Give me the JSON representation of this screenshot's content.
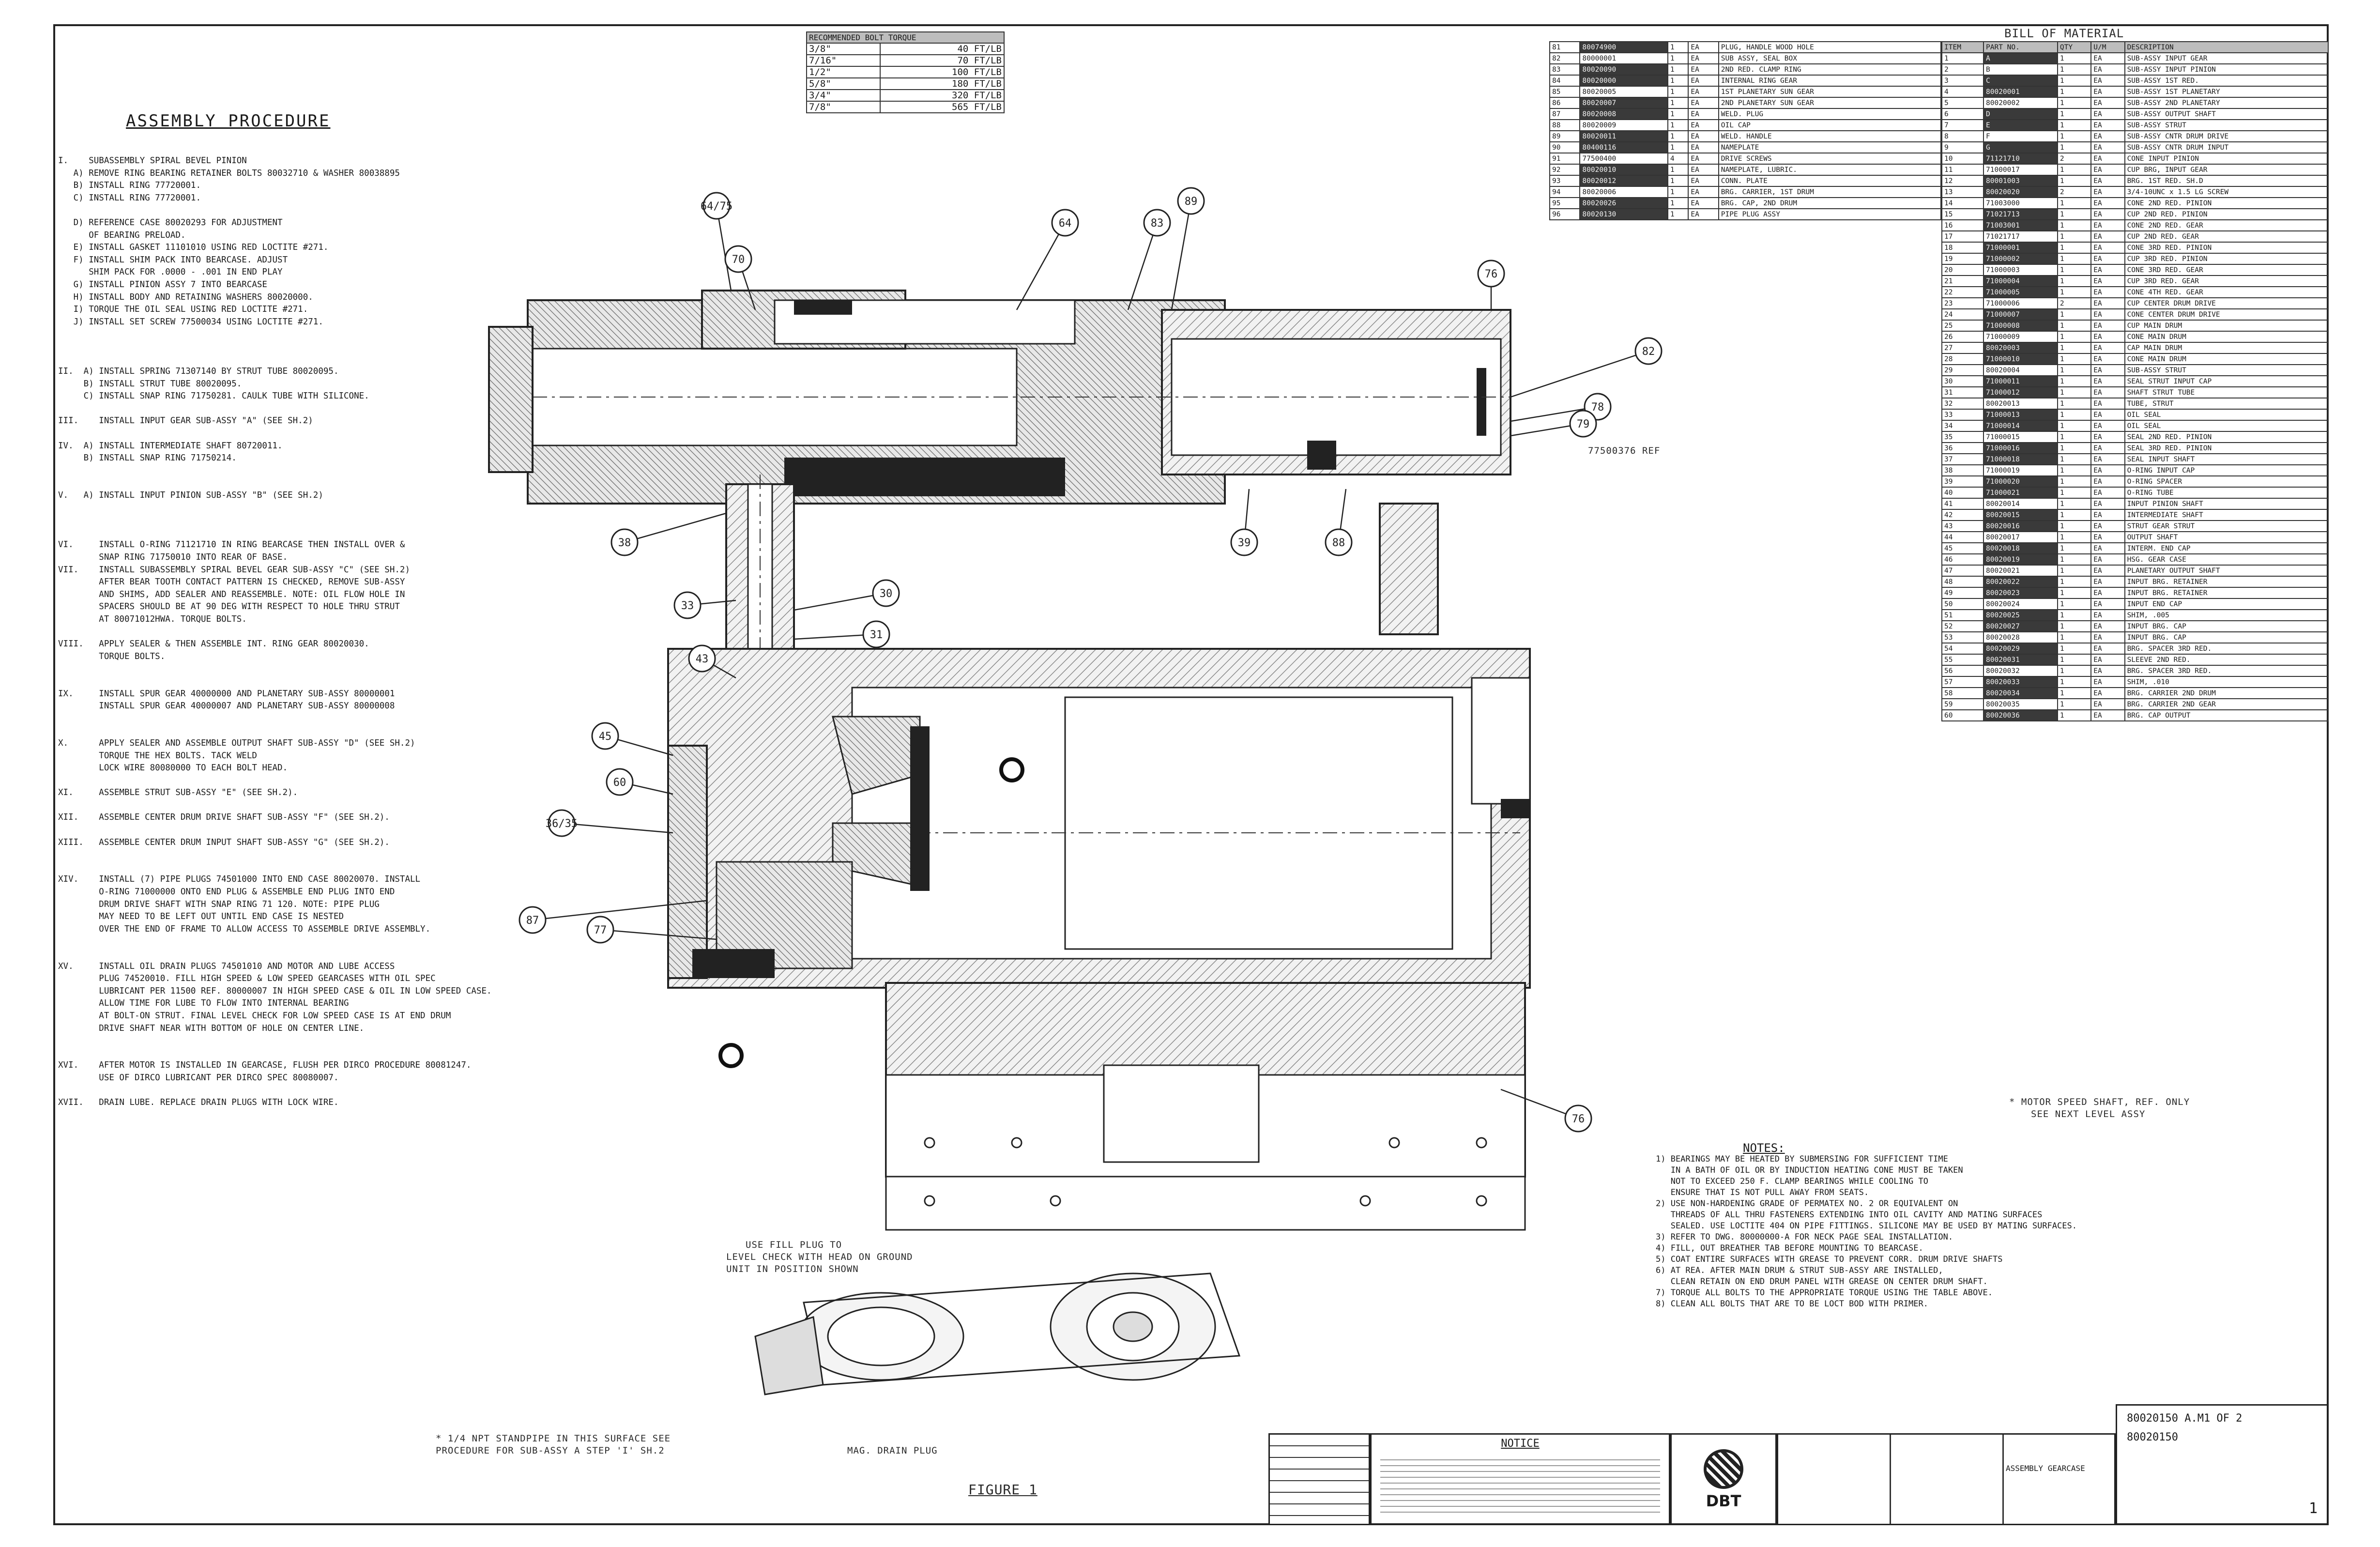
{
  "procedure": {
    "title": "ASSEMBLY PROCEDURE",
    "lines": [
      "I.    SUBASSEMBLY SPIRAL BEVEL PINION",
      "   A) REMOVE RING BEARING RETAINER BOLTS 80032710 & WASHER 80038895",
      "   B) INSTALL RING 77720001.",
      "   C) INSTALL RING 77720001.",
      "",
      "   D) REFERENCE CASE 80020293 FOR ADJUSTMENT",
      "      OF BEARING PRELOAD.",
      "   E) INSTALL GASKET 11101010 USING RED LOCTITE #271.",
      "   F) INSTALL SHIM PACK INTO BEARCASE. ADJUST",
      "      SHIM PACK FOR .0000 - .001 IN END PLAY",
      "   G) INSTALL PINION ASSY 7 INTO BEARCASE",
      "   H) INSTALL BODY AND RETAINING WASHERS 80020000.",
      "   I) TORQUE THE OIL SEAL USING RED LOCTITE #271.",
      "   J) INSTALL SET SCREW 77500034 USING LOCTITE #271.",
      "",
      "",
      "",
      "II.  A) INSTALL SPRING 71307140 BY STRUT TUBE 80020095.",
      "     B) INSTALL STRUT TUBE 80020095.",
      "     C) INSTALL SNAP RING 71750281. CAULK TUBE WITH SILICONE.",
      "",
      "III.    INSTALL INPUT GEAR SUB-ASSY \"A\" (SEE SH.2)",
      "",
      "IV.  A) INSTALL INTERMEDIATE SHAFT 80720011.",
      "     B) INSTALL SNAP RING 71750214.",
      "",
      "",
      "V.   A) INSTALL INPUT PINION SUB-ASSY \"B\" (SEE SH.2)",
      "",
      "",
      "",
      "VI.     INSTALL O-RING 71121710 IN RING BEARCASE THEN INSTALL OVER &",
      "        SNAP RING 71750010 INTO REAR OF BASE.",
      "VII.    INSTALL SUBASSEMBLY SPIRAL BEVEL GEAR SUB-ASSY \"C\" (SEE SH.2)",
      "        AFTER BEAR TOOTH CONTACT PATTERN IS CHECKED, REMOVE SUB-ASSY",
      "        AND SHIMS, ADD SEALER AND REASSEMBLE. NOTE: OIL FLOW HOLE IN",
      "        SPACERS SHOULD BE AT 90 DEG WITH RESPECT TO HOLE THRU STRUT",
      "        AT 80071012HWA. TORQUE BOLTS.",
      "",
      "VIII.   APPLY SEALER & THEN ASSEMBLE INT. RING GEAR 80020030.",
      "        TORQUE BOLTS.",
      "",
      "",
      "IX.     INSTALL SPUR GEAR 40000000 AND PLANETARY SUB-ASSY 80000001",
      "        INSTALL SPUR GEAR 40000007 AND PLANETARY SUB-ASSY 80000008",
      "",
      "",
      "X.      APPLY SEALER AND ASSEMBLE OUTPUT SHAFT SUB-ASSY \"D\" (SEE SH.2)",
      "        TORQUE THE HEX BOLTS. TACK WELD",
      "        LOCK WIRE 80080000 TO EACH BOLT HEAD.",
      "",
      "XI.     ASSEMBLE STRUT SUB-ASSY \"E\" (SEE SH.2).",
      "",
      "XII.    ASSEMBLE CENTER DRUM DRIVE SHAFT SUB-ASSY \"F\" (SEE SH.2).",
      "",
      "XIII.   ASSEMBLE CENTER DRUM INPUT SHAFT SUB-ASSY \"G\" (SEE SH.2).",
      "",
      "",
      "XIV.    INSTALL (7) PIPE PLUGS 74501000 INTO END CASE 80020070. INSTALL",
      "        O-RING 71000000 ONTO END PLUG & ASSEMBLE END PLUG INTO END",
      "        DRUM DRIVE SHAFT WITH SNAP RING 71 120. NOTE: PIPE PLUG",
      "        MAY NEED TO BE LEFT OUT UNTIL END CASE IS NESTED",
      "        OVER THE END OF FRAME TO ALLOW ACCESS TO ASSEMBLE DRIVE ASSEMBLY.",
      "",
      "",
      "XV.     INSTALL OIL DRAIN PLUGS 74501010 AND MOTOR AND LUBE ACCESS",
      "        PLUG 74520010. FILL HIGH SPEED & LOW SPEED GEARCASES WITH OIL SPEC",
      "        LUBRICANT PER 11500 REF. 80000007 IN HIGH SPEED CASE & OIL IN LOW SPEED CASE.",
      "        ALLOW TIME FOR LUBE TO FLOW INTO INTERNAL BEARING",
      "        AT BOLT-ON STRUT. FINAL LEVEL CHECK FOR LOW SPEED CASE IS AT END DRUM",
      "        DRIVE SHAFT NEAR WITH BOTTOM OF HOLE ON CENTER LINE.",
      "",
      "",
      "XVI.    AFTER MOTOR IS INSTALLED IN GEARCASE, FLUSH PER DIRCO PROCEDURE 80081247.",
      "        USE OF DIRCO LUBRICANT PER DIRCO SPEC 80080007.",
      "",
      "XVII.   DRAIN LUBE. REPLACE DRAIN PLUGS WITH LOCK WIRE."
    ]
  },
  "torque_table": {
    "header": "RECOMMENDED BOLT TORQUE",
    "rows": [
      [
        "3/8\"",
        "40 FT/LB"
      ],
      [
        "7/16\"",
        "70 FT/LB"
      ],
      [
        "1/2\"",
        "100 FT/LB"
      ],
      [
        "5/8\"",
        "180 FT/LB"
      ],
      [
        "3/4\"",
        "320 FT/LB"
      ],
      [
        "7/8\"",
        "565 FT/LB"
      ]
    ]
  },
  "bom_top": {
    "rows": [
      [
        "81",
        "80074900",
        "1",
        "EA",
        "PLUG, HANDLE WOOD HOLE"
      ],
      [
        "82",
        "80000001",
        "1",
        "EA",
        "SUB ASSY, SEAL BOX"
      ],
      [
        "83",
        "80020090",
        "1",
        "EA",
        "2ND RED. CLAMP RING"
      ],
      [
        "84",
        "80020000",
        "1",
        "EA",
        "INTERNAL RING GEAR"
      ],
      [
        "85",
        "80020005",
        "1",
        "EA",
        "1ST PLANETARY SUN GEAR"
      ],
      [
        "86",
        "80020007",
        "1",
        "EA",
        "2ND PLANETARY SUN GEAR"
      ],
      [
        "87",
        "80020008",
        "1",
        "EA",
        "WELD. PLUG"
      ],
      [
        "88",
        "80020009",
        "1",
        "EA",
        "OIL CAP"
      ],
      [
        "89",
        "80020011",
        "1",
        "EA",
        "WELD. HANDLE"
      ],
      [
        "90",
        "80400116",
        "1",
        "EA",
        "NAMEPLATE"
      ],
      [
        "91",
        "77500400",
        "4",
        "EA",
        "DRIVE SCREWS"
      ],
      [
        "92",
        "80020010",
        "1",
        "EA",
        "NAMEPLATE, LUBRIC."
      ],
      [
        "93",
        "80020012",
        "1",
        "EA",
        "CONN. PLATE"
      ],
      [
        "94",
        "80020006",
        "1",
        "EA",
        "BRG. CARRIER, 1ST DRUM"
      ],
      [
        "95",
        "80020026",
        "1",
        "EA",
        "BRG. CAP, 2ND DRUM"
      ],
      [
        "96",
        "80020130",
        "1",
        "EA",
        "PIPE PLUG ASSY"
      ]
    ]
  },
  "bom": {
    "title": "BILL OF MATERIAL",
    "headers": [
      "ITEM",
      "PART NO.",
      "QTY",
      "U/M",
      "DESCRIPTION"
    ],
    "rows": [
      [
        "1",
        "A",
        "1",
        "EA",
        "SUB-ASSY INPUT GEAR"
      ],
      [
        "2",
        "B",
        "1",
        "EA",
        "SUB-ASSY INPUT PINION"
      ],
      [
        "3",
        "C",
        "1",
        "EA",
        "SUB-ASSY 1ST RED."
      ],
      [
        "4",
        "80020001",
        "1",
        "EA",
        "SUB-ASSY 1ST PLANETARY"
      ],
      [
        "5",
        "80020002",
        "1",
        "EA",
        "SUB-ASSY 2ND PLANETARY"
      ],
      [
        "6",
        "D",
        "1",
        "EA",
        "SUB-ASSY OUTPUT SHAFT"
      ],
      [
        "7",
        "E",
        "1",
        "EA",
        "SUB-ASSY STRUT"
      ],
      [
        "8",
        "F",
        "1",
        "EA",
        "SUB-ASSY CNTR DRUM DRIVE"
      ],
      [
        "9",
        "G",
        "1",
        "EA",
        "SUB-ASSY CNTR DRUM INPUT"
      ],
      [
        "10",
        "71121710",
        "2",
        "EA",
        "CONE INPUT PINION"
      ],
      [
        "11",
        "71000017",
        "1",
        "EA",
        "CUP BRG, INPUT GEAR"
      ],
      [
        "12",
        "80001003",
        "1",
        "EA",
        "BRG. 1ST RED. SH.D"
      ],
      [
        "13",
        "80020020",
        "2",
        "EA",
        "3/4-10UNC x 1.5 LG SCREW"
      ],
      [
        "14",
        "71003000",
        "1",
        "EA",
        "CONE 2ND RED. PINION"
      ],
      [
        "15",
        "71021713",
        "1",
        "EA",
        "CUP 2ND RED. PINION"
      ],
      [
        "16",
        "71003001",
        "1",
        "EA",
        "CONE 2ND RED. GEAR"
      ],
      [
        "17",
        "71021717",
        "1",
        "EA",
        "CUP 2ND RED. GEAR"
      ],
      [
        "18",
        "71000001",
        "1",
        "EA",
        "CONE 3RD RED. PINION"
      ],
      [
        "19",
        "71000002",
        "1",
        "EA",
        "CUP 3RD RED. PINION"
      ],
      [
        "20",
        "71000003",
        "1",
        "EA",
        "CONE 3RD RED. GEAR"
      ],
      [
        "21",
        "71000004",
        "1",
        "EA",
        "CUP 3RD RED. GEAR"
      ],
      [
        "22",
        "71000005",
        "1",
        "EA",
        "CONE 4TH RED. GEAR"
      ],
      [
        "23",
        "71000006",
        "2",
        "EA",
        "CUP CENTER DRUM DRIVE"
      ],
      [
        "24",
        "71000007",
        "1",
        "EA",
        "CONE CENTER DRUM DRIVE"
      ],
      [
        "25",
        "71000008",
        "1",
        "EA",
        "CUP MAIN DRUM"
      ],
      [
        "26",
        "71000009",
        "1",
        "EA",
        "CONE MAIN DRUM"
      ],
      [
        "27",
        "80020003",
        "1",
        "EA",
        "CAP MAIN DRUM"
      ],
      [
        "28",
        "71000010",
        "1",
        "EA",
        "CONE MAIN DRUM"
      ],
      [
        "29",
        "80020004",
        "1",
        "EA",
        "SUB-ASSY STRUT"
      ],
      [
        "30",
        "71000011",
        "1",
        "EA",
        "SEAL STRUT INPUT CAP"
      ],
      [
        "31",
        "71000012",
        "1",
        "EA",
        "SHAFT STRUT TUBE"
      ],
      [
        "32",
        "80020013",
        "1",
        "EA",
        "TUBE, STRUT"
      ],
      [
        "33",
        "71000013",
        "1",
        "EA",
        "OIL SEAL"
      ],
      [
        "34",
        "71000014",
        "1",
        "EA",
        "OIL SEAL"
      ],
      [
        "35",
        "71000015",
        "1",
        "EA",
        "SEAL 2ND RED. PINION"
      ],
      [
        "36",
        "71000016",
        "1",
        "EA",
        "SEAL 3RD RED. PINION"
      ],
      [
        "37",
        "71000018",
        "1",
        "EA",
        "SEAL INPUT SHAFT"
      ],
      [
        "38",
        "71000019",
        "1",
        "EA",
        "O-RING INPUT CAP"
      ],
      [
        "39",
        "71000020",
        "1",
        "EA",
        "O-RING SPACER"
      ],
      [
        "40",
        "71000021",
        "1",
        "EA",
        "O-RING TUBE"
      ],
      [
        "41",
        "80020014",
        "1",
        "EA",
        "INPUT PINION SHAFT"
      ],
      [
        "42",
        "80020015",
        "1",
        "EA",
        "INTERMEDIATE SHAFT"
      ],
      [
        "43",
        "80020016",
        "1",
        "EA",
        "STRUT GEAR STRUT"
      ],
      [
        "44",
        "80020017",
        "1",
        "EA",
        "OUTPUT SHAFT"
      ],
      [
        "45",
        "80020018",
        "1",
        "EA",
        "INTERM. END CAP"
      ],
      [
        "46",
        "80020019",
        "1",
        "EA",
        "HSG. GEAR CASE"
      ],
      [
        "47",
        "80020021",
        "1",
        "EA",
        "PLANETARY OUTPUT SHAFT"
      ],
      [
        "48",
        "80020022",
        "1",
        "EA",
        "INPUT BRG. RETAINER"
      ],
      [
        "49",
        "80020023",
        "1",
        "EA",
        "INPUT BRG. RETAINER"
      ],
      [
        "50",
        "80020024",
        "1",
        "EA",
        "INPUT END CAP"
      ],
      [
        "51",
        "80020025",
        "1",
        "EA",
        "SHIM, .005"
      ],
      [
        "52",
        "80020027",
        "1",
        "EA",
        "INPUT BRG. CAP"
      ],
      [
        "53",
        "80020028",
        "1",
        "EA",
        "INPUT BRG. CAP"
      ],
      [
        "54",
        "80020029",
        "1",
        "EA",
        "BRG. SPACER 3RD RED."
      ],
      [
        "55",
        "80020031",
        "1",
        "EA",
        "SLEEVE 2ND RED."
      ],
      [
        "56",
        "80020032",
        "1",
        "EA",
        "BRG. SPACER 3RD RED."
      ],
      [
        "57",
        "80020033",
        "1",
        "EA",
        "SHIM, .010"
      ],
      [
        "58",
        "80020034",
        "1",
        "EA",
        "BRG. CARRIER 2ND DRUM"
      ],
      [
        "59",
        "80020035",
        "1",
        "EA",
        "BRG. CARRIER 2ND GEAR"
      ],
      [
        "60",
        "80020036",
        "1",
        "EA",
        "BRG. CAP OUTPUT"
      ]
    ]
  },
  "drawing": {
    "labels": {
      "ref1": "77500376 REF",
      "figure": "FIGURE 1",
      "fig_note1": "USE FILL PLUG TO",
      "fig_note2": "LEVEL CHECK WITH HEAD ON GROUND",
      "fig_note3": "UNIT IN POSITION SHOWN",
      "bottom_note1": "* 1/4 NPT STANDPIPE IN THIS SURFACE SEE",
      "bottom_note2": "PROCEDURE FOR SUB-ASSY A STEP 'I' SH.2",
      "bottom_note3": "MAG. DRAIN PLUG",
      "motor_note1": "* MOTOR SPEED SHAFT, REF. ONLY",
      "motor_note2": "SEE NEXT LEVEL ASSY"
    },
    "callouts": [
      "64/75",
      "70",
      "64",
      "83",
      "89",
      "76",
      "82",
      "78",
      "79",
      "88",
      "39",
      "38",
      "33",
      "30",
      "31",
      "43",
      "45",
      "60",
      "36/35",
      "87",
      "77",
      "76"
    ]
  },
  "notes": {
    "title": "NOTES:",
    "lines": [
      "1) BEARINGS MAY BE HEATED BY SUBMERSING FOR SUFFICIENT TIME",
      "   IN A BATH OF OIL OR BY INDUCTION HEATING CONE MUST BE TAKEN",
      "   NOT TO EXCEED 250 F. CLAMP BEARINGS WHILE COOLING TO",
      "   ENSURE THAT IS NOT PULL AWAY FROM SEATS.",
      "",
      "2) USE NON-HARDENING GRADE OF PERMATEX NO. 2 OR EQUIVALENT ON",
      "   THREADS OF ALL THRU FASTENERS EXTENDING INTO OIL CAVITY AND MATING SURFACES",
      "   SEALED. USE LOCTITE 404 ON PIPE FITTINGS. SILICONE MAY BE USED BY MATING SURFACES.",
      "3) REFER TO DWG. 80000000-A FOR NECK PAGE SEAL INSTALLATION.",
      "",
      "4) FILL, OUT BREATHER TAB BEFORE MOUNTING TO BEARCASE.",
      "",
      "5) COAT ENTIRE SURFACES WITH GREASE TO PREVENT CORR. DRUM DRIVE SHAFTS",
      "",
      "6) AT REA. AFTER MAIN DRUM & STRUT SUB-ASSY ARE INSTALLED,",
      "   CLEAN RETAIN ON END DRUM PANEL WITH GREASE ON CENTER DRUM SHAFT.",
      "7) TORQUE ALL BOLTS TO THE APPROPRIATE TORQUE USING THE TABLE ABOVE.",
      "8) CLEAN ALL BOLTS THAT ARE TO BE LOCT BOD WITH PRIMER."
    ]
  },
  "title_block": {
    "heading": "NOTICE",
    "company": "DBT",
    "drawing_no": "80020150 A.M1 OF 2",
    "part_no": "80020150",
    "title": "ASSEMBLY GEARCASE",
    "sheet": "1"
  }
}
